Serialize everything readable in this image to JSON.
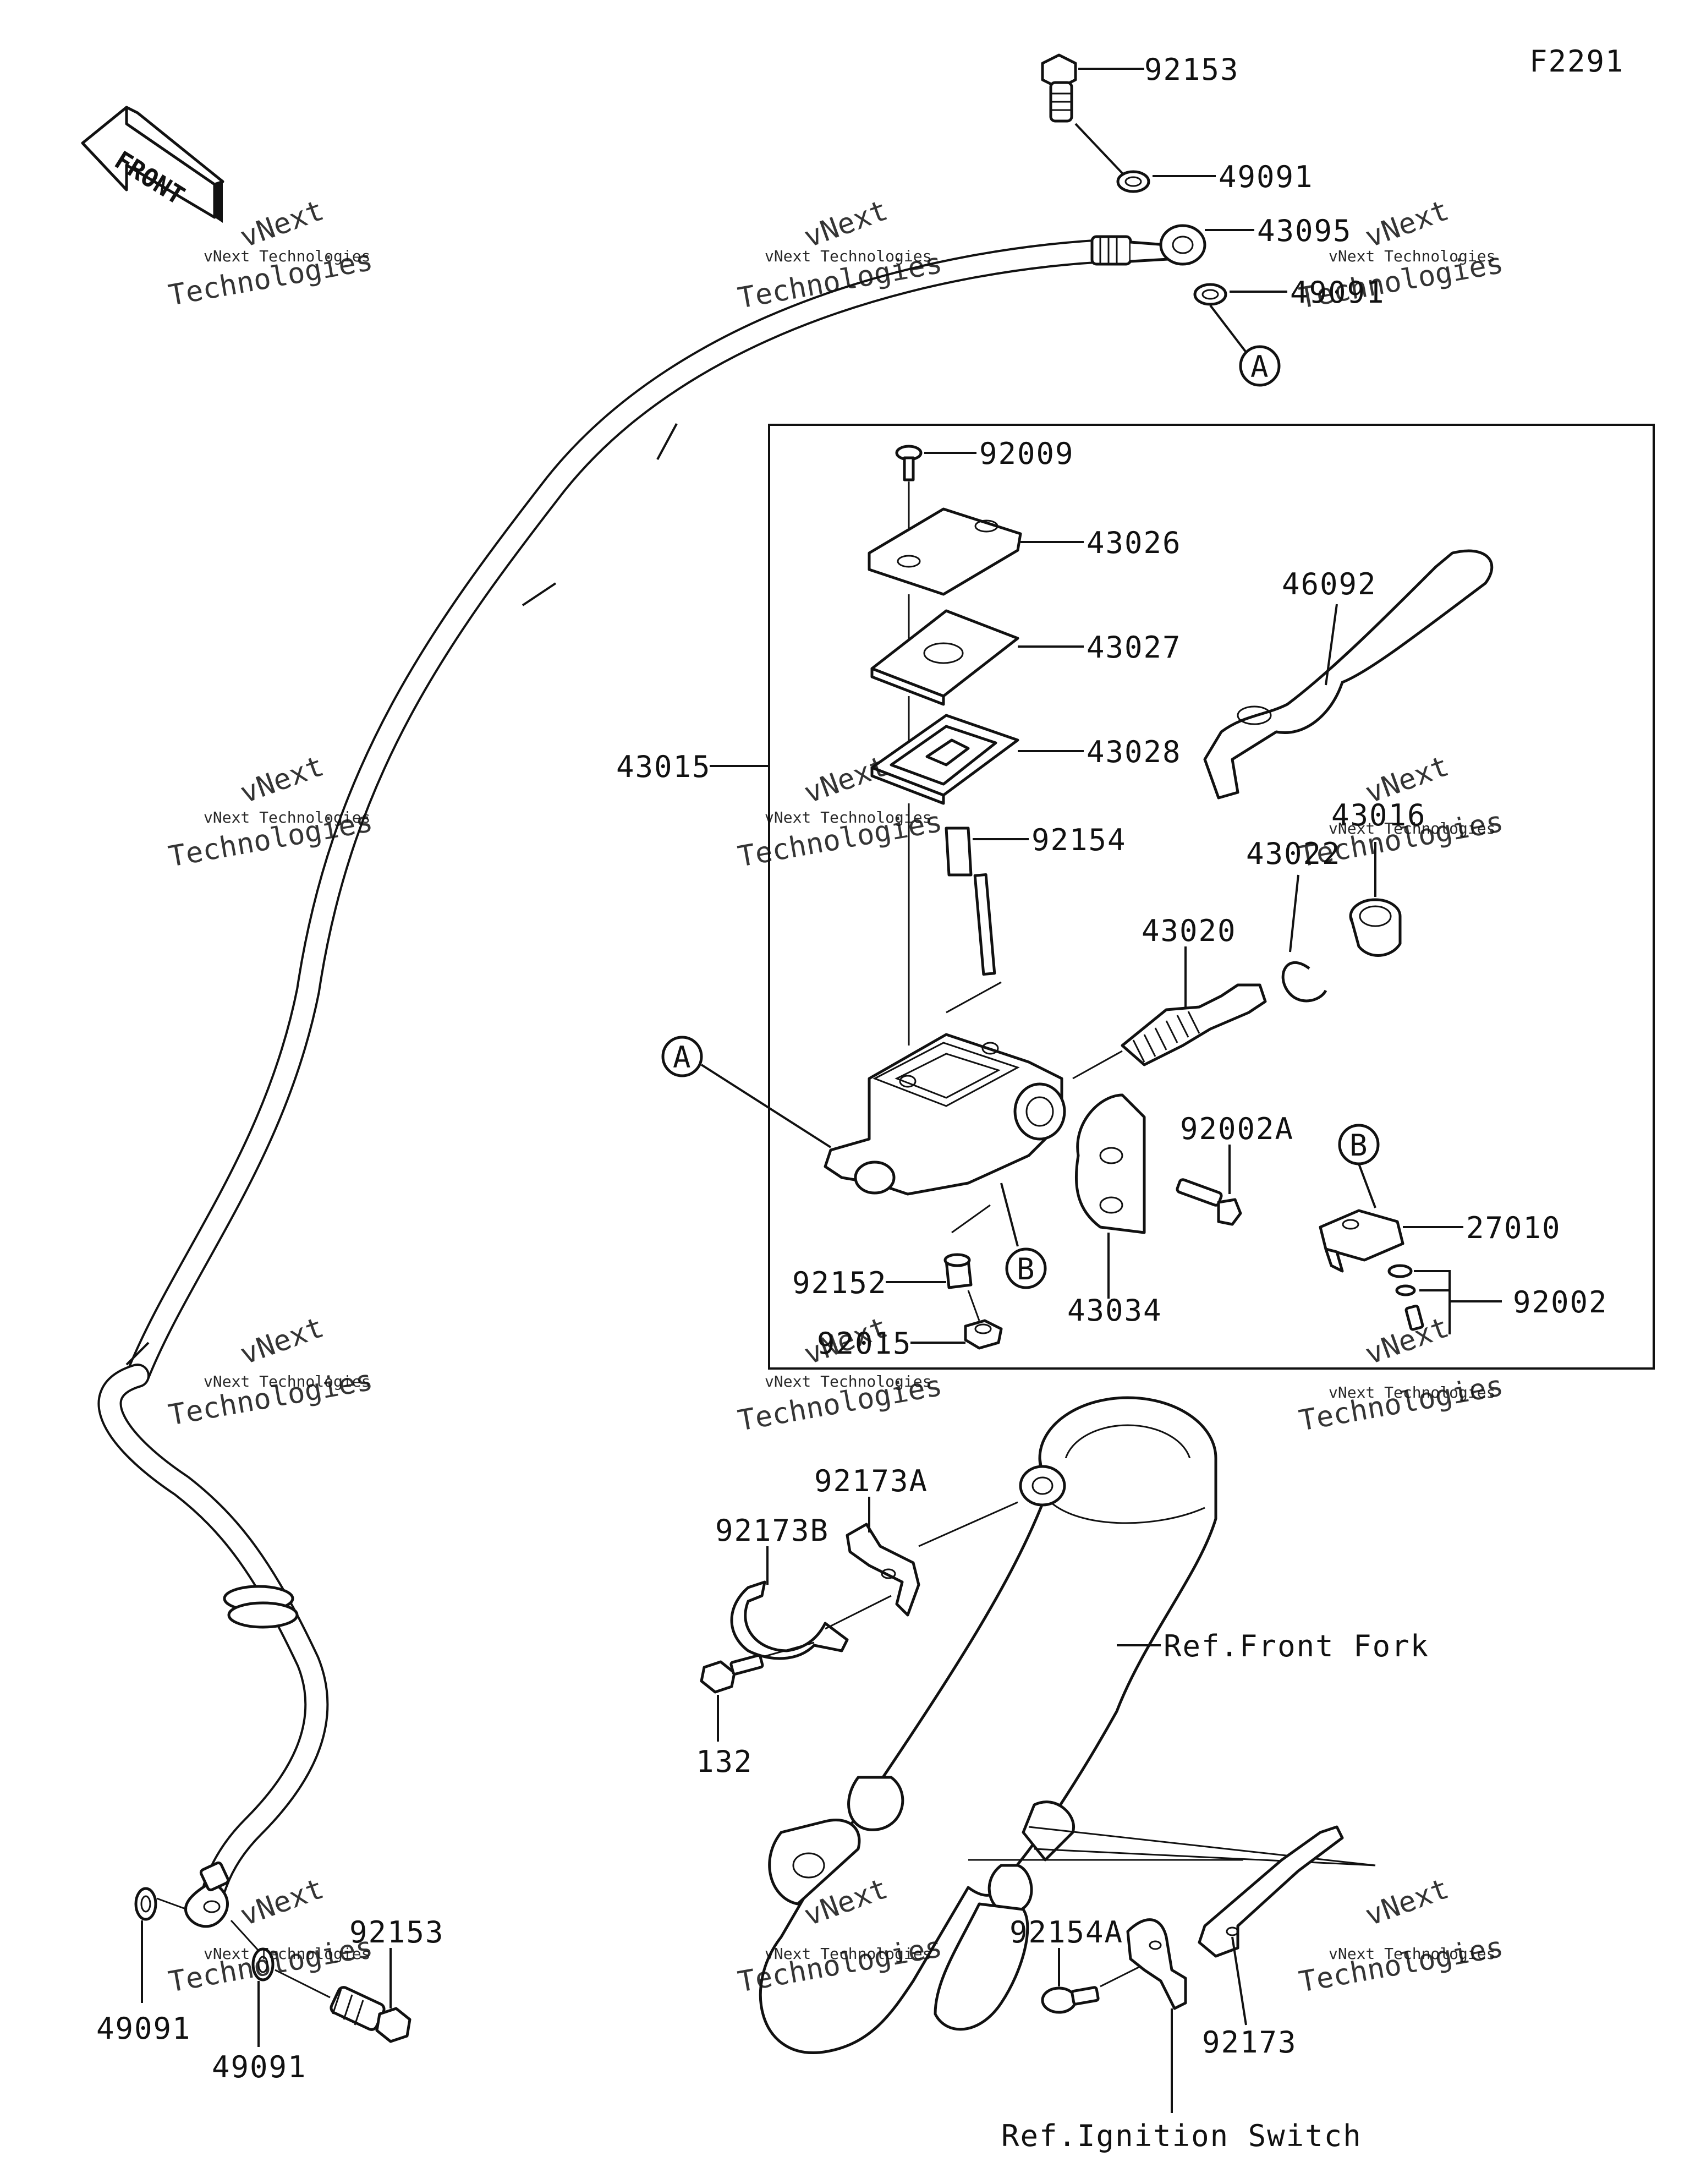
{
  "figure_code": "F2291",
  "front_arrow_text": "FRONT",
  "watermark": {
    "line1": "vNext Technologies",
    "line2": "Technologies",
    "overlay": "vNext"
  },
  "callouts": {
    "circle_a": "A",
    "circle_b": "B"
  },
  "parts": {
    "p92153_top": "92153",
    "p49091_a": "49091",
    "p43095": "43095",
    "p49091_b": "49091",
    "p92009": "92009",
    "p43026": "43026",
    "p43027": "43027",
    "p43028": "43028",
    "p43015": "43015",
    "p92154": "92154",
    "p46092": "46092",
    "p43016": "43016",
    "p43022": "43022",
    "p43020": "43020",
    "p92002a": "92002A",
    "p27010": "27010",
    "p92002": "92002",
    "p92152": "92152",
    "p92015": "92015",
    "p43034": "43034",
    "p92173a": "92173A",
    "p92173b": "92173B",
    "p132": "132",
    "ref_front_fork": "Ref.Front Fork",
    "p92154a": "92154A",
    "p92173": "92173",
    "ref_ignition": "Ref.Ignition Switch",
    "p49091_bl1": "49091",
    "p49091_bl2": "49091",
    "p92153_bottom": "92153"
  }
}
